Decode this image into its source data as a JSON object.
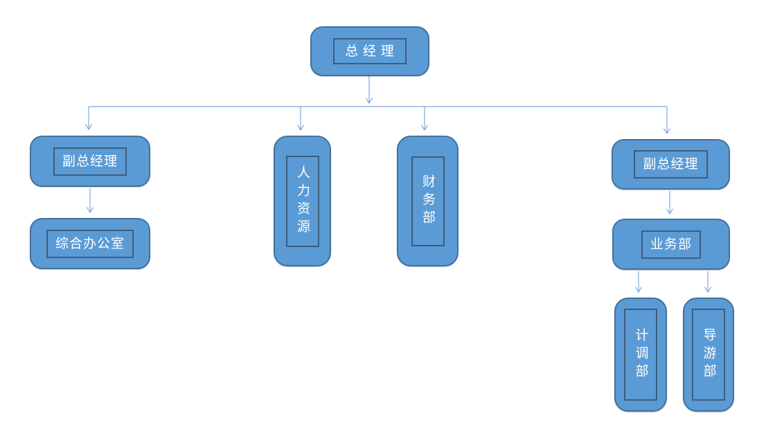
{
  "diagram": {
    "type": "org-chart",
    "background": "#ffffff",
    "colors": {
      "node_fill": "#5b9bd5",
      "node_border": "#41719c",
      "inner_rect_border": "#3d5c7d",
      "connector": "#7ba7dc",
      "text": "#ffffff"
    },
    "nodes": {
      "general_manager": {
        "label": "总 经 理"
      },
      "deputy_gm_left": {
        "label": "副总经理"
      },
      "general_office": {
        "label": "综合办公室"
      },
      "human_resources": {
        "label": "人力资源"
      },
      "finance_dept": {
        "label": "财务部"
      },
      "deputy_gm_right": {
        "label": "副总经理"
      },
      "business_dept": {
        "label": "业务部"
      },
      "planning_dept": {
        "label": "计调部"
      },
      "tour_guide_dept": {
        "label": "导游部"
      }
    },
    "edges": [
      {
        "from": "总 经 理",
        "to": "副总经理 (左)"
      },
      {
        "from": "总 经 理",
        "to": "人力资源"
      },
      {
        "from": "总 经 理",
        "to": "财务部"
      },
      {
        "from": "总 经 理",
        "to": "副总经理 (右)"
      },
      {
        "from": "副总经理 (左)",
        "to": "综合办公室"
      },
      {
        "from": "副总经理 (右)",
        "to": "业务部"
      },
      {
        "from": "业务部",
        "to": "计调部"
      },
      {
        "from": "业务部",
        "to": "导游部"
      }
    ]
  }
}
